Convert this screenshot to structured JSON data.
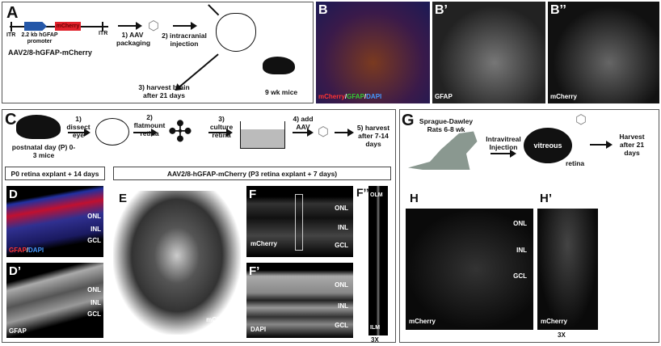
{
  "panel_a": {
    "label": "A",
    "itr_left": "ITR",
    "itr_right": "ITR",
    "promoter": "2.2 kb hGFAP promoter",
    "reporter": "mCherry",
    "construct": "AAV2/8-hGFAP-mCherry",
    "step1": "1) AAV packaging",
    "step2": "2) intracranial injection",
    "step3": "3) harvest brain after 21 days",
    "mice": "9 wk mice",
    "colors": {
      "promoter": "#2457a8",
      "reporter": "#e0202a"
    }
  },
  "panel_b": {
    "label_b": "B",
    "label_b1": "B’",
    "label_b2": "B’’",
    "stain_mcherry": "mCherry",
    "stain_gfap": "GFAP",
    "stain_dapi": "DAPI",
    "b1_caption": "GFAP",
    "b2_caption": "mCherry"
  },
  "panel_c": {
    "label": "C",
    "step1": "1) dissect eye",
    "step2": "2) flatmount retina",
    "step3": "3) culture retina",
    "step4": "4) add AAV",
    "step5": "5) harvest after 7-14 days",
    "mice": "postnatal day (P) 0-3 mice",
    "header_left": "P0 retina explant + 14 days",
    "header_right": "AAV2/8-hGFAP-mCherry (P3 retina explant + 7 days)"
  },
  "panel_d": {
    "label": "D",
    "label_prime": "D’",
    "stain_gfap": "GFAP",
    "stain_dapi": "DAPI",
    "prime_caption": "GFAP",
    "layers": [
      "ONL",
      "INL",
      "GCL"
    ]
  },
  "panel_e": {
    "label": "E",
    "caption": "mCherry"
  },
  "panel_f": {
    "label": "F",
    "label_prime": "F’",
    "label_dprime": "F’’",
    "caption": "mCherry",
    "prime_caption": "DAPI",
    "layers": [
      "ONL",
      "INL",
      "GCL"
    ],
    "olm": "OLM",
    "ilm": "ILM",
    "zoom": "3X"
  },
  "panel_g": {
    "label": "G",
    "rats": "Sprague-Dawley Rats 6-8 wk",
    "injection": "Intravitreal Injection",
    "vitreous": "vitreous",
    "retina": "retina",
    "harvest": "Harvest after 21 days"
  },
  "panel_h": {
    "label": "H",
    "label_prime": "H’",
    "caption": "mCherry",
    "prime_caption": "mCherry",
    "layers": [
      "ONL",
      "INL",
      "GCL"
    ],
    "zoom": "3X"
  }
}
